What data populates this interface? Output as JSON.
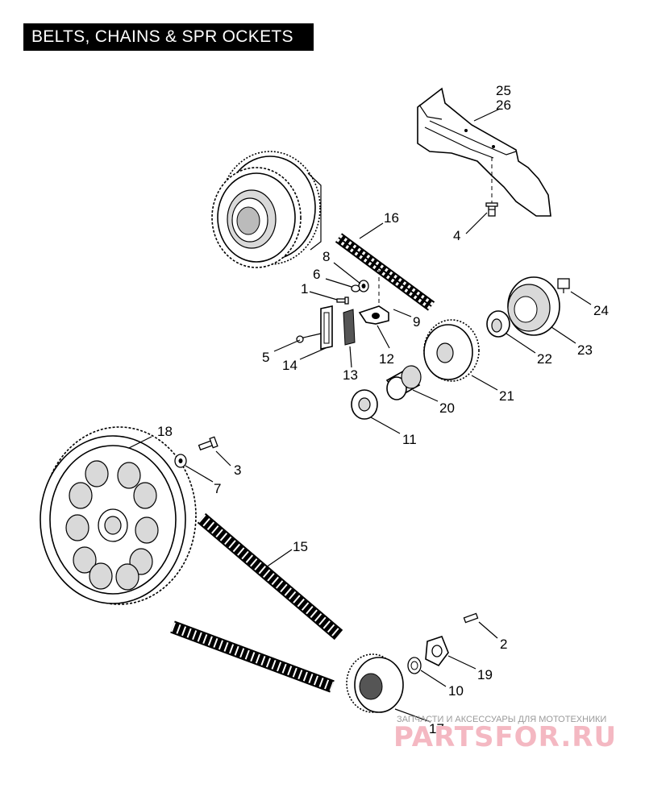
{
  "title": "BELTS, CHAINS & SPR OCKETS",
  "watermark": {
    "subtitle": "ЗАПЧАСТИ И АКСЕССУАРЫ ДЛЯ МОТОТЕХНИКИ",
    "brand": "PARTSFOR.RU"
  },
  "callouts": [
    {
      "id": "c25",
      "text": "25"
    },
    {
      "id": "c26",
      "text": "26"
    },
    {
      "id": "c4",
      "text": "4"
    },
    {
      "id": "c16",
      "text": "16"
    },
    {
      "id": "c8",
      "text": "8"
    },
    {
      "id": "c6",
      "text": "6"
    },
    {
      "id": "c1",
      "text": "1"
    },
    {
      "id": "c24",
      "text": "24"
    },
    {
      "id": "c9",
      "text": "9"
    },
    {
      "id": "c5",
      "text": "5"
    },
    {
      "id": "c14",
      "text": "14"
    },
    {
      "id": "c13",
      "text": "13"
    },
    {
      "id": "c12",
      "text": "12"
    },
    {
      "id": "c22",
      "text": "22"
    },
    {
      "id": "c23",
      "text": "23"
    },
    {
      "id": "c21",
      "text": "21"
    },
    {
      "id": "c20",
      "text": "20"
    },
    {
      "id": "c11",
      "text": "11"
    },
    {
      "id": "c18",
      "text": "18"
    },
    {
      "id": "c3",
      "text": "3"
    },
    {
      "id": "c7",
      "text": "7"
    },
    {
      "id": "c15",
      "text": "15"
    },
    {
      "id": "c2",
      "text": "2"
    },
    {
      "id": "c19",
      "text": "19"
    },
    {
      "id": "c10",
      "text": "10"
    },
    {
      "id": "c17",
      "text": "17"
    }
  ]
}
